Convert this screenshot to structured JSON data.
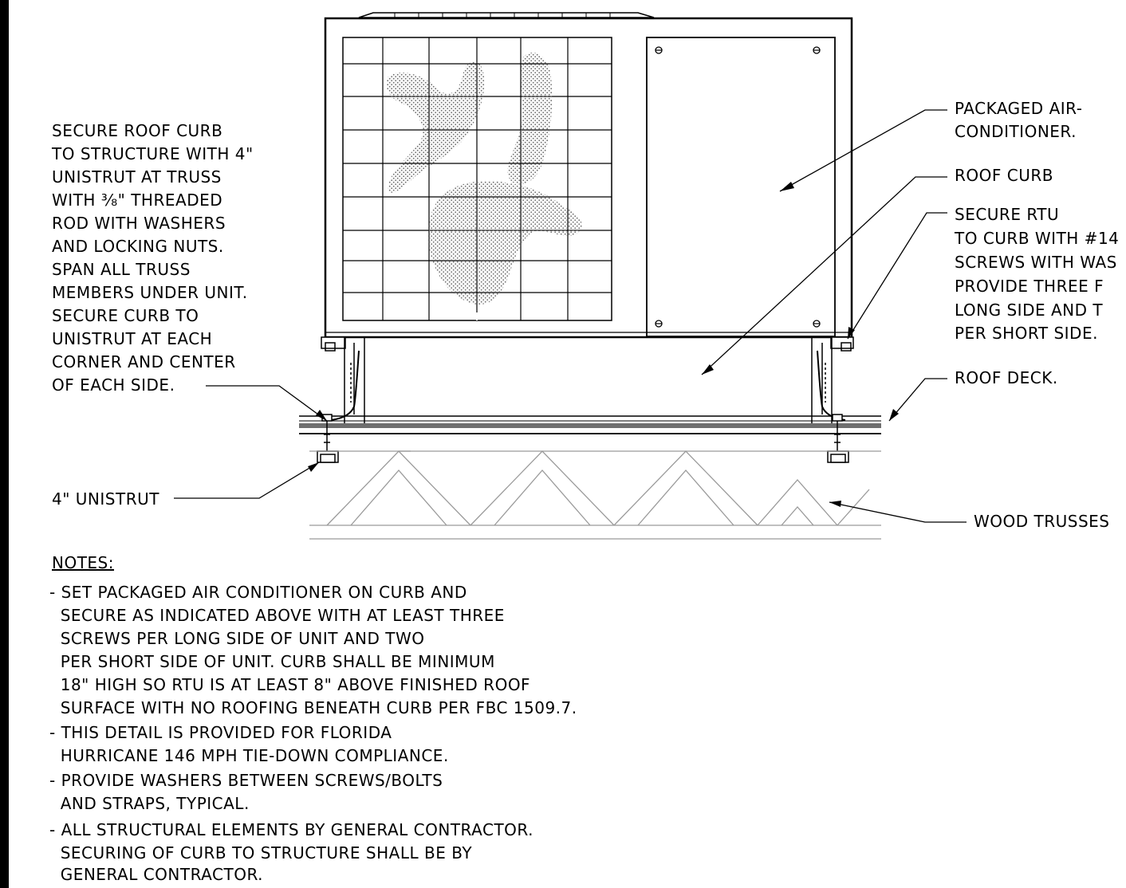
{
  "labels": {
    "left_note": [
      "SECURE ROOF CURB",
      "TO STRUCTURE WITH 4\"",
      "UNISTRUT AT TRUSS",
      "WITH ³⁄₈\" THREADED",
      "ROD WITH WASHERS",
      "AND LOCKING NUTS.",
      "SPAN ALL TRUSS",
      "MEMBERS UNDER UNIT.",
      "SECURE CURB TO",
      "UNISTRUT AT EACH",
      "CORNER AND CENTER",
      "OF EACH SIDE."
    ],
    "unistrut": "4\" UNISTRUT",
    "packaged_ac": [
      "PACKAGED AIR-",
      "CONDITIONER."
    ],
    "roof_curb": "ROOF CURB",
    "secure_rtu": [
      "SECURE RTU",
      "TO CURB WITH #14",
      "SCREWS WITH WAS",
      "PROVIDE THREE F",
      "LONG SIDE AND T",
      "PER SHORT SIDE."
    ],
    "roof_deck": "ROOF DECK.",
    "wood_trusses": "WOOD TRUSSES"
  },
  "notes": {
    "header": "NOTES:",
    "lines": [
      "- SET PACKAGED AIR CONDITIONER ON CURB AND",
      "  SECURE AS INDICATED ABOVE WITH AT LEAST THREE",
      "  SCREWS PER LONG SIDE OF UNIT AND TWO",
      "  PER SHORT SIDE OF UNIT. CURB SHALL BE MINIMUM",
      "  18\" HIGH SO RTU IS AT LEAST 8\" ABOVE FINISHED ROOF",
      "  SURFACE WITH NO ROOFING BENEATH CURB PER FBC 1509.7.",
      "- THIS DETAIL IS PROVIDED FOR FLORIDA",
      "  HURRICANE 146 MPH TIE-DOWN COMPLIANCE.",
      "- PROVIDE WASHERS BETWEEN SCREWS/BOLTS",
      "  AND STRAPS, TYPICAL.",
      "- ALL STRUCTURAL ELEMENTS BY GENERAL CONTRACTOR.",
      "  SECURING OF CURB TO STRUCTURE SHALL BE BY",
      "  GENERAL CONTRACTOR."
    ]
  },
  "colors": {
    "line": "#000000",
    "truss": "#9a9a9a",
    "stipple": "#7a7a7a",
    "deck": "#6f6f6f"
  }
}
